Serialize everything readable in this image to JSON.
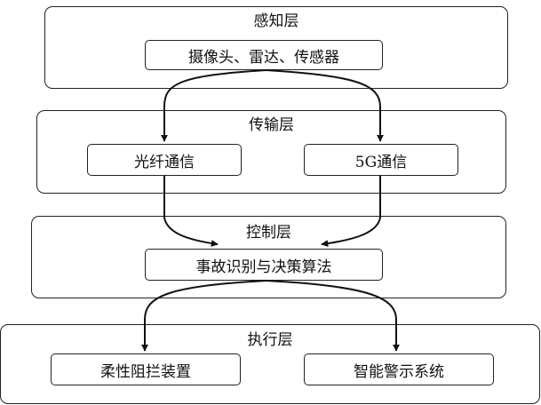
{
  "layers": {
    "perception": {
      "title": "感知层",
      "node": "摄像头、雷达、传感器"
    },
    "transmission": {
      "title": "传输层",
      "nodes": [
        "光纤通信",
        "5G通信"
      ]
    },
    "control": {
      "title": "控制层",
      "node": "事故识别与决策算法"
    },
    "execution": {
      "title": "执行层",
      "nodes": [
        "柔性阻拦装置",
        "智能警示系统"
      ]
    }
  }
}
